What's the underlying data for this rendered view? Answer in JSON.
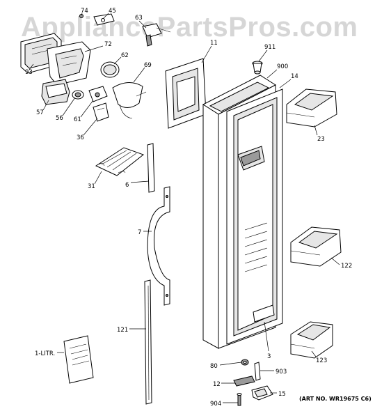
{
  "watermark": "AppliancePartsPros.com",
  "art_number": "(ART NO. WR19675 C6)",
  "labels": {
    "p74": "74",
    "p45": "45",
    "p63": "63",
    "p93": "93",
    "p72": "72",
    "p62": "62",
    "p69": "69",
    "p57": "57",
    "p56": "56",
    "p61": "61",
    "p36": "36",
    "p11": "11",
    "p911": "911",
    "p900": "900",
    "p14": "14",
    "p23": "23",
    "p31": "31",
    "p6": "6",
    "p7": "7",
    "p122": "122",
    "p121": "121",
    "p1litr": "1-LITR.",
    "p3": "3",
    "p123": "123",
    "p80": "80",
    "p903": "903",
    "p12": "12",
    "p15": "15",
    "p904": "904"
  }
}
